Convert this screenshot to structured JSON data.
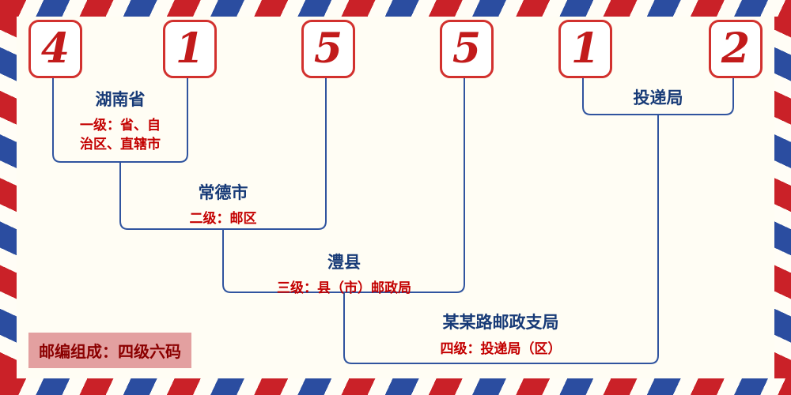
{
  "diagram": {
    "postal_code": "415512",
    "digits": [
      "4",
      "1",
      "5",
      "5",
      "1",
      "2"
    ],
    "levels": [
      {
        "name": "湖南省",
        "desc_lines": [
          "一级：省、自",
          "治区、直辖市"
        ]
      },
      {
        "name": "常德市",
        "desc_lines": [
          "二级：邮区"
        ]
      },
      {
        "name": "澧县",
        "desc_lines": [
          "三级：县（市）邮政局"
        ]
      },
      {
        "name": "某某路邮政支局",
        "desc_lines": [
          "四级：投递局（区）"
        ]
      },
      {
        "name": "投递局",
        "desc_lines": []
      }
    ],
    "footer_note": "邮编组成：四级六码",
    "colors": {
      "digit_red": "#c21b1b",
      "box_border_red": "#d2312e",
      "place_navy": "#173a77",
      "desc_red": "#c30000",
      "connector_blue": "#30549f",
      "stripe_red": "#ca2128",
      "stripe_blue": "#2b4da0",
      "background": "#fffdf4",
      "footer_bg": "#e3a0a0",
      "footer_text": "#8b0000"
    }
  }
}
